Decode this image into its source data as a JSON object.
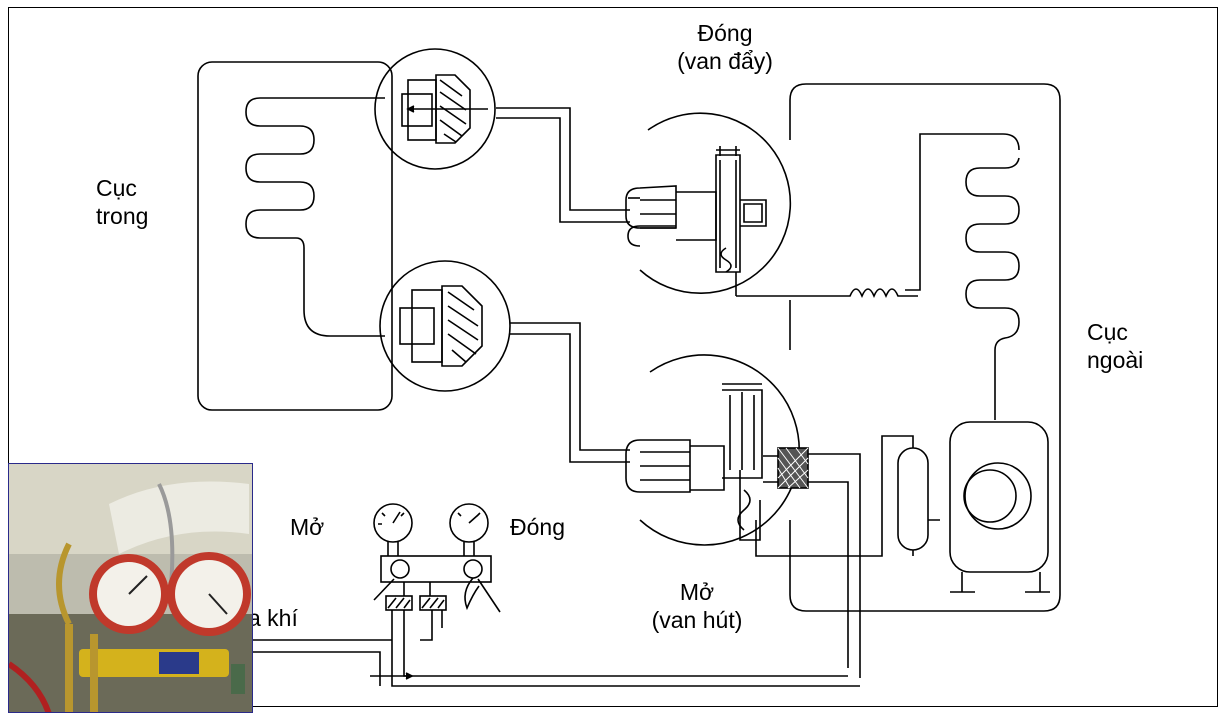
{
  "labels": {
    "indoor_unit": [
      "Cục",
      "trong"
    ],
    "outdoor_unit": [
      "Cục",
      "ngoài"
    ],
    "top_valve": [
      "Đóng",
      "(van đẩy)"
    ],
    "bottom_valve": [
      "Mở",
      "(van hút)"
    ],
    "gauge_left": "Mở",
    "gauge_right": "Đóng",
    "vent_partial": "a khí"
  },
  "photo": {
    "description_icon": "manifold-gauge-photo-icon"
  },
  "colors": {
    "line": "#000000",
    "photo_frame": "#2a2a8a",
    "gauge_red": "#c0392b",
    "brass": "#b8962e"
  }
}
